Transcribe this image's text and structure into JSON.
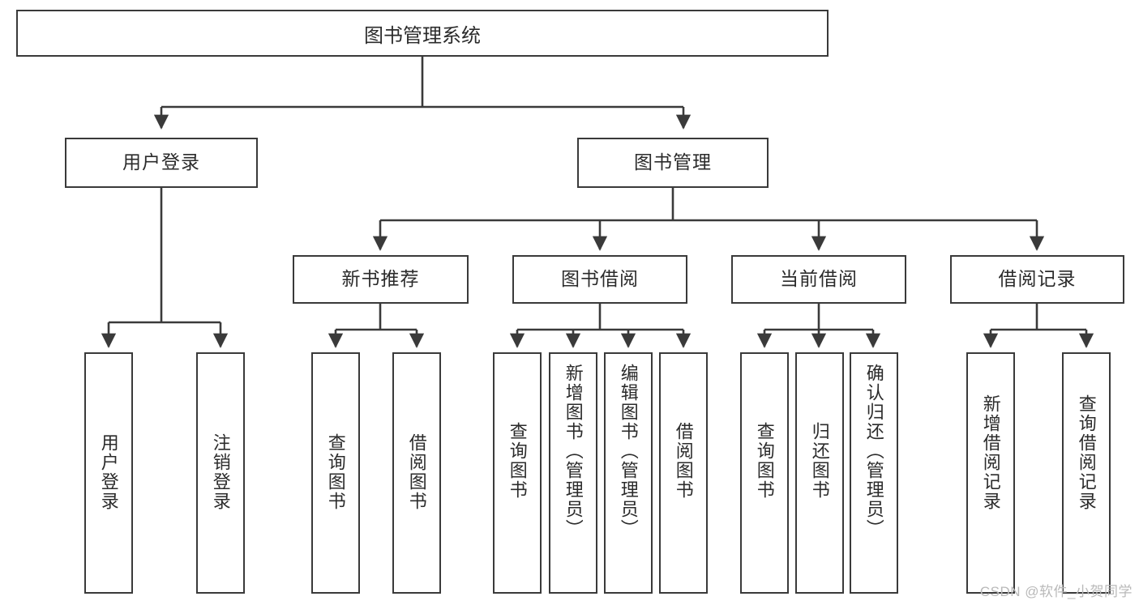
{
  "diagram": {
    "type": "tree",
    "title": "图书管理系统",
    "root": {
      "label": "图书管理系统"
    },
    "level1": [
      {
        "label": "用户登录"
      },
      {
        "label": "图书管理"
      }
    ],
    "level2": [
      {
        "label": "新书推荐"
      },
      {
        "label": "图书借阅"
      },
      {
        "label": "当前借阅"
      },
      {
        "label": "借阅记录"
      }
    ],
    "leaves": {
      "user_login": [
        {
          "label": "用户登录"
        },
        {
          "label": "注销登录"
        }
      ],
      "new_book_recommend": [
        {
          "label": "查询图书"
        },
        {
          "label": "借阅图书"
        }
      ],
      "book_borrow": [
        {
          "label": "查询图书"
        },
        {
          "label": "新增图书（管理员）"
        },
        {
          "label": "编辑图书（管理员）"
        },
        {
          "label": "借阅图书"
        }
      ],
      "current_borrow": [
        {
          "label": "查询图书"
        },
        {
          "label": "归还图书"
        },
        {
          "label": "确认归还（管理员）"
        }
      ],
      "borrow_record": [
        {
          "label": "新增借阅记录"
        },
        {
          "label": "查询借阅记录"
        }
      ]
    }
  },
  "watermark": {
    "text": "CSDN @软件_小贺同学"
  },
  "colors": {
    "stroke": "#3a3a3a",
    "text": "#2b2b2b",
    "background": "#ffffff",
    "watermark": "#b9b9b9"
  }
}
